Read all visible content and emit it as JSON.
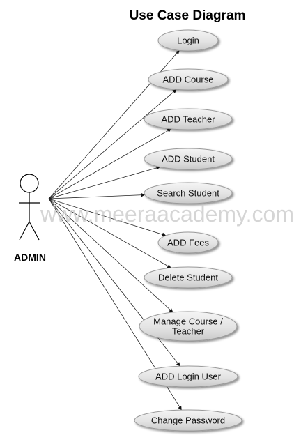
{
  "diagram": {
    "title": "Use Case Diagram",
    "watermark": "www.meeraacademy.com",
    "actor": {
      "label": "ADMIN"
    },
    "use_cases": [
      {
        "lines": [
          "Login"
        ]
      },
      {
        "lines": [
          "ADD Course"
        ]
      },
      {
        "lines": [
          "ADD Teacher"
        ]
      },
      {
        "lines": [
          "ADD Student"
        ]
      },
      {
        "lines": [
          "Search Student"
        ]
      },
      {
        "lines": [
          "ADD Fees"
        ]
      },
      {
        "lines": [
          "Delete Student"
        ]
      },
      {
        "lines": [
          "Manage Course /",
          "Teacher"
        ]
      },
      {
        "lines": [
          "ADD Login User"
        ]
      },
      {
        "lines": [
          "Change Password"
        ]
      }
    ]
  }
}
